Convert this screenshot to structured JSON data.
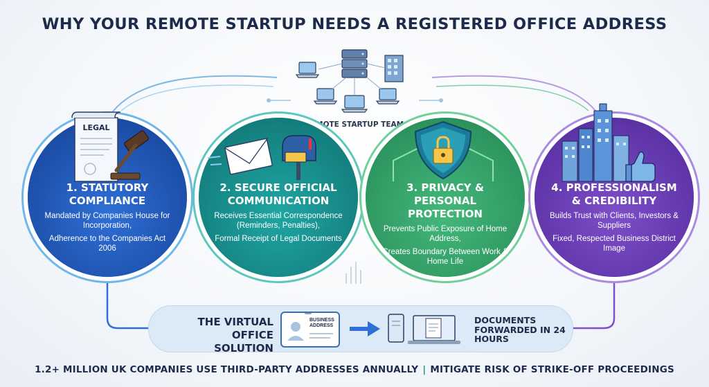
{
  "title": "WHY YOUR REMOTE STARTUP NEEDS A REGISTERED OFFICE ADDRESS",
  "team_label": "REMOTE STARTUP TEAM",
  "legal_scroll_label": "LEGAL",
  "pillars": [
    {
      "title": "1. STATUTORY COMPLIANCE",
      "points": [
        "Mandated by Companies House for Incorporation,",
        "Adherence to the Companies Act 2006"
      ]
    },
    {
      "title": "2. SECURE OFFICIAL COMMUNICATION",
      "points": [
        "Receives Essential Correspondence (Reminders, Penalties),",
        "Formal Receipt of Legal Documents"
      ]
    },
    {
      "title": "3. PRIVACY & PERSONAL PROTECTION",
      "points": [
        "Prevents Public Exposure of Home Address,",
        "Creates Boundary Between Work & Home Life"
      ]
    },
    {
      "title": "4. PROFESSIONALISM & CREDIBILITY",
      "points": [
        "Builds Trust with Clients, Investors & Suppliers",
        "Fixed, Respected Business District Image"
      ]
    }
  ],
  "solution": {
    "title": "THE VIRTUAL OFFICE SOLUTION",
    "badge_label": "BUSINESS ADDRESS",
    "forward_text": "DOCUMENTS FORWARDED IN 24 HOURS"
  },
  "footer": {
    "left": "1.2+ MILLION UK COMPANIES USE THIRD-PARTY ADDRESSES ANNUALLY",
    "separator": "|",
    "right": "MITIGATE RISK OF STRIKE-OFF PROCEEDINGS"
  },
  "colors": {
    "pillar1": "#1c4ea8",
    "pillar2": "#14807f",
    "pillar3": "#2e9660",
    "pillar4": "#5e34a8",
    "heading": "#1d2a4a"
  },
  "icons": [
    "legal-document-icon",
    "gavel-icon",
    "envelope-icon",
    "mailbox-icon",
    "shield-lock-icon",
    "house-icon",
    "city-skyline-icon",
    "thumbs-up-icon",
    "server-icon",
    "laptop-icon",
    "office-building-icon",
    "id-badge-icon",
    "arrow-right-icon",
    "smartphone-icon",
    "monitor-document-icon"
  ]
}
